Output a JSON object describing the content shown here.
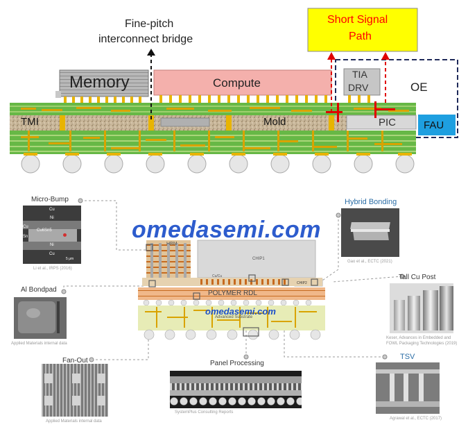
{
  "top": {
    "bridge_label_1": "Fine-pitch",
    "bridge_label_2": "interconnect bridge",
    "memory": "Memory",
    "compute": "Compute",
    "tia": "TIA",
    "drv": "DRV",
    "oe": "OE",
    "short_signal_1": "Short Signal",
    "short_signal_2": "Path",
    "tmi": "TMI",
    "mold": "Mold",
    "pic": "PIC",
    "fau": "FAU"
  },
  "bottom": {
    "micro_bump": {
      "title": "Micro-Bump",
      "labels": [
        "Cu",
        "Ni",
        "Cu",
        "Cu6Sn5",
        "Sn",
        "Ni",
        "Cu"
      ],
      "scale": "5 μm",
      "caption": "Li et al., IRPS (2016)"
    },
    "al_bondpad": {
      "title": "Al Bondpad",
      "caption": "Applied Materials internal data"
    },
    "fan_out": {
      "title": "Fan-Out",
      "caption": "Applied Materials internal data"
    },
    "panel": {
      "title": "Panel Processing",
      "caption": "SystemPlus Consulting Reports"
    },
    "tsv": {
      "title": "TSV",
      "caption": "Agrawal et al., ECTC (2017)"
    },
    "tall_cu": {
      "title": "Tall Cu Post",
      "caption_1": "Keser, Advances in Embedded and",
      "caption_2": "FOWL Packaging Technologies (2019)"
    },
    "hybrid": {
      "title": "Hybrid Bonding",
      "caption": "Gao et al., ECTC (2021)"
    },
    "center": {
      "hbm": "HBM",
      "chip1": "CHIP1",
      "chip2": "CHIP2",
      "cucu": "Cu/Cu",
      "polymer_rdl": "POLYMER RDL",
      "advanced_substrate": "Advanced Substrate"
    },
    "watermark_big": "omedasemi.com",
    "watermark_small": "omedasemi.com"
  },
  "colors": {
    "short_signal_fill": "#ffff00",
    "short_signal_text": "#ff0000",
    "compute_fill": "#f4b0ac",
    "memory_fill": "#b4b4b4",
    "fau_fill": "#1e9fe0",
    "oe_border": "#1f2a5a",
    "watermark": "#1c4fc9",
    "hybrid_title": "#2c6ea6",
    "tsv_title": "#2c6ea6"
  }
}
